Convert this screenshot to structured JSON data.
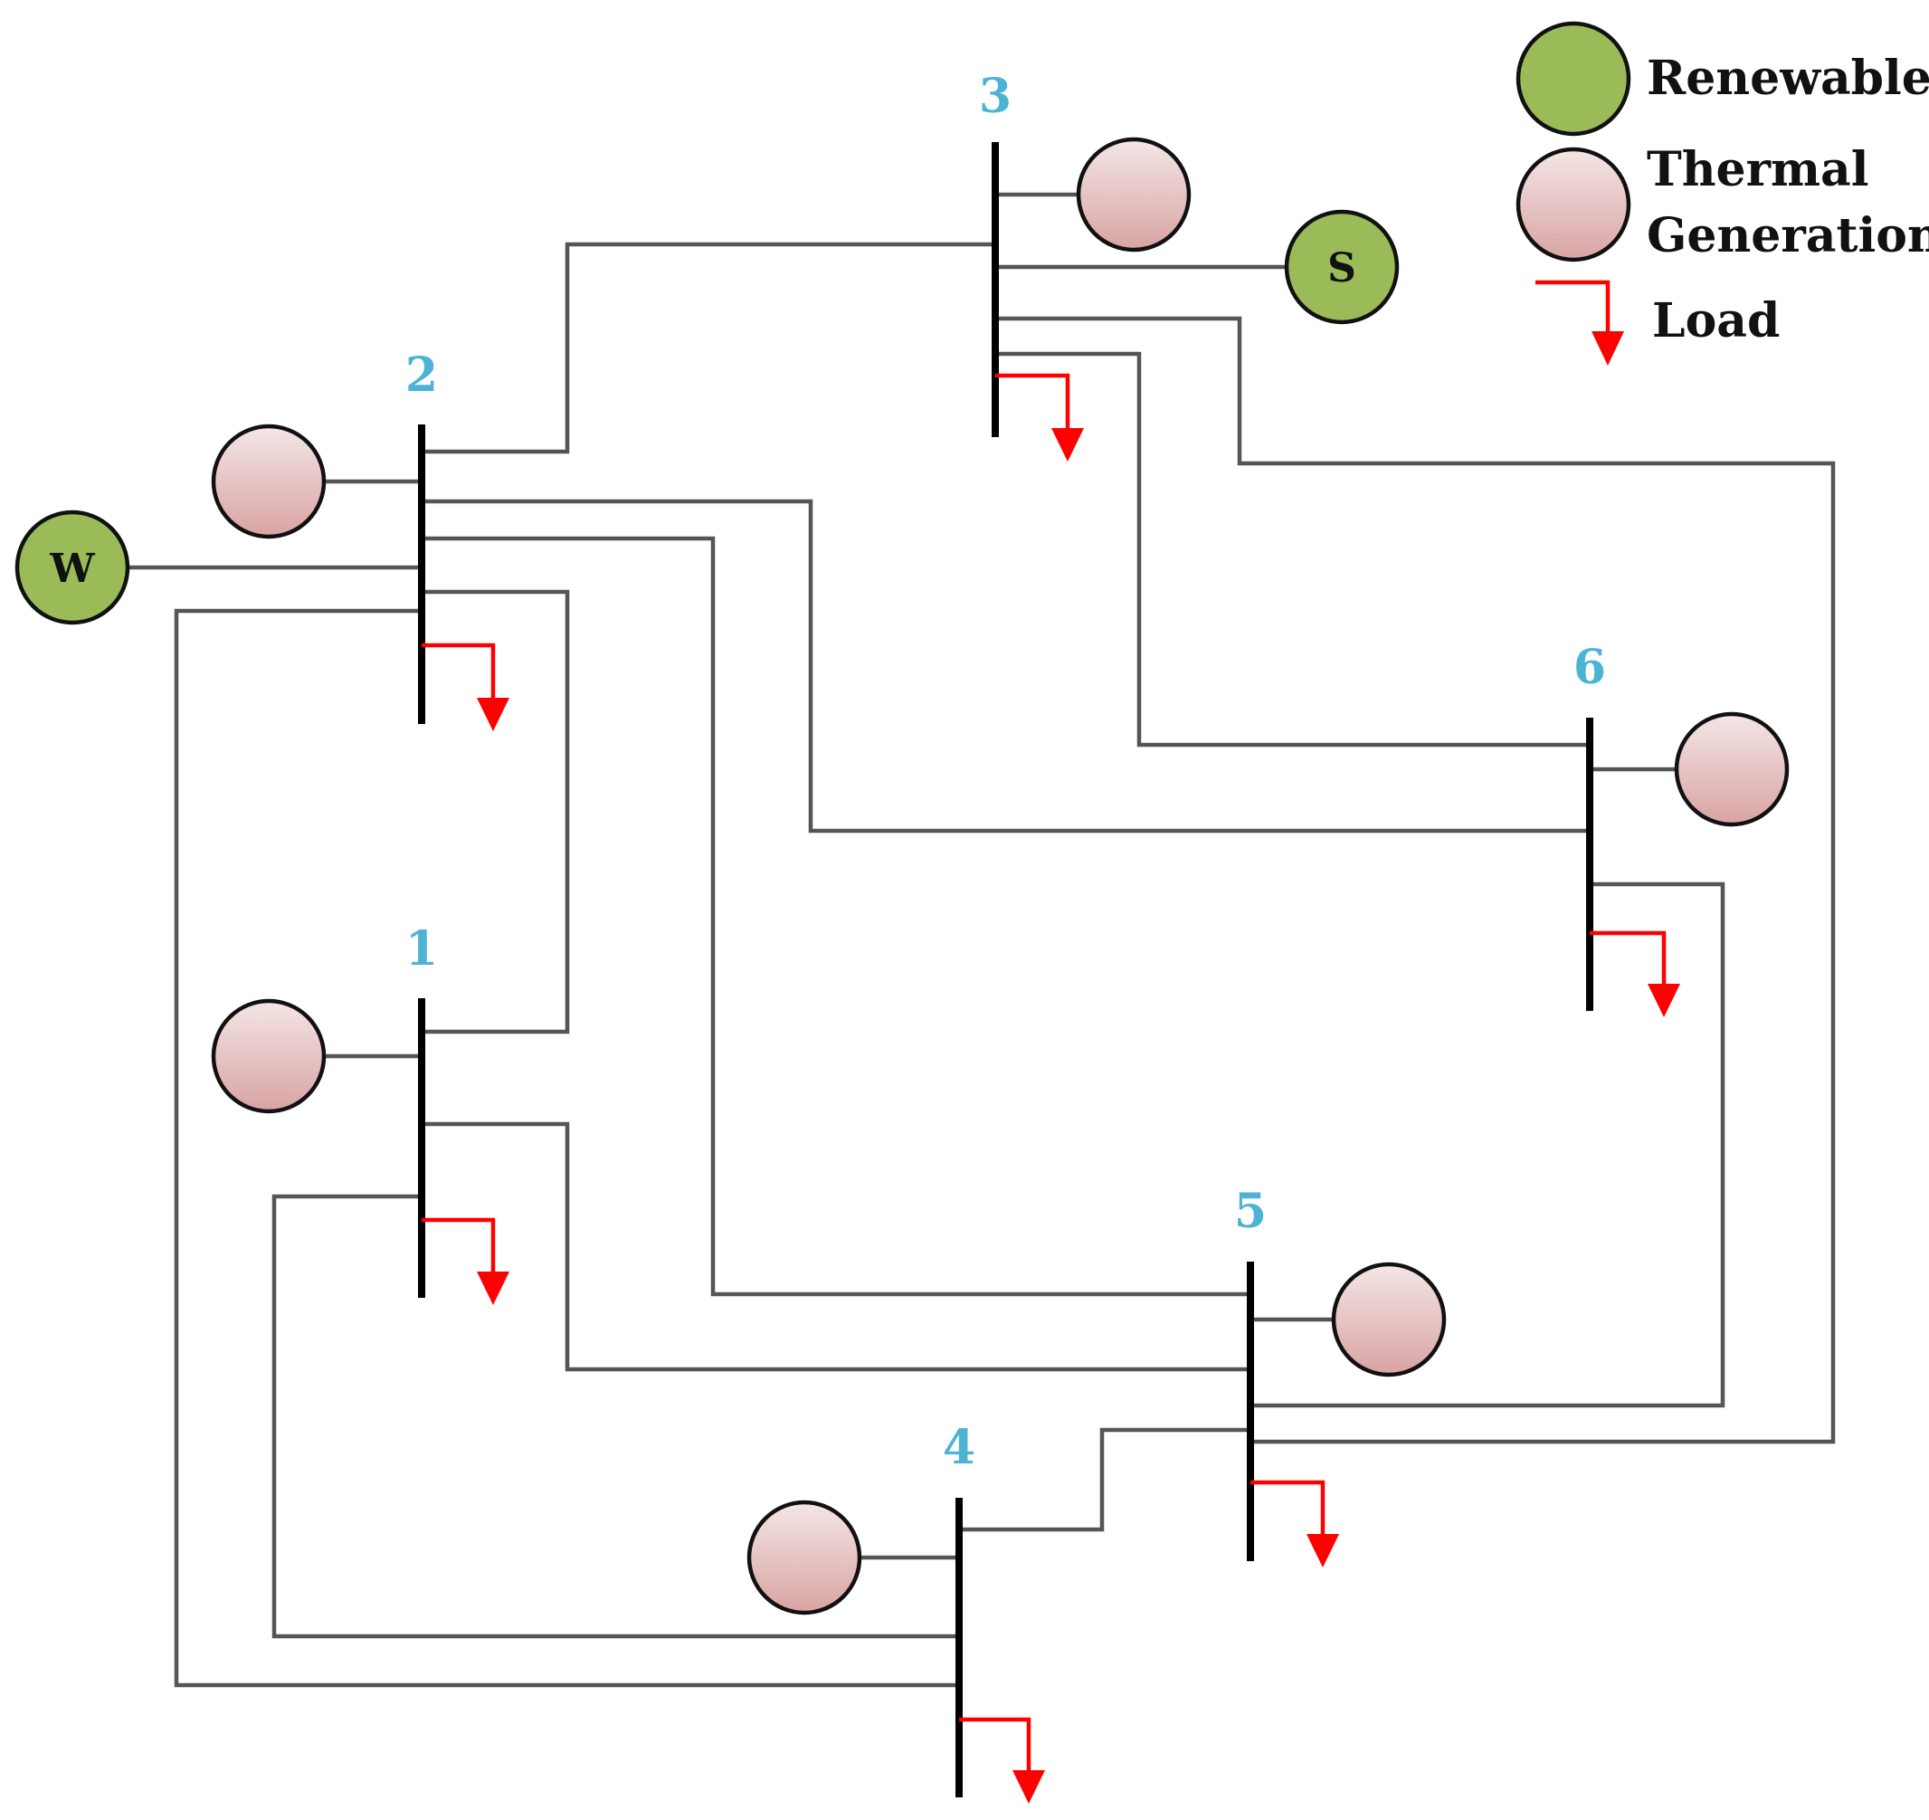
{
  "colors": {
    "bus_label": "#4cb3d4",
    "renewable_fill": "#9bbb59",
    "thermal_fill_top": "#f4e6e6",
    "thermal_fill_bottom": "#d9a3a3",
    "load": "#ff0000",
    "line": "#555555"
  },
  "buses": [
    {
      "id": "1",
      "label": "1"
    },
    {
      "id": "2",
      "label": "2"
    },
    {
      "id": "3",
      "label": "3"
    },
    {
      "id": "4",
      "label": "4"
    },
    {
      "id": "5",
      "label": "5"
    },
    {
      "id": "6",
      "label": "6"
    }
  ],
  "generators": {
    "wind": {
      "label": "W",
      "type": "renewable",
      "bus": "2"
    },
    "solar": {
      "label": "S",
      "type": "renewable",
      "bus": "3"
    },
    "thermal_buses": [
      "1",
      "2",
      "3",
      "4",
      "5",
      "6"
    ]
  },
  "loads_at_buses": [
    "1",
    "2",
    "3",
    "4",
    "5",
    "6"
  ],
  "lines": [
    {
      "from": "2",
      "to": "3"
    },
    {
      "from": "2",
      "to": "6"
    },
    {
      "from": "2",
      "to": "5"
    },
    {
      "from": "2",
      "to": "1"
    },
    {
      "from": "2",
      "to": "4"
    },
    {
      "from": "3",
      "to": "6"
    },
    {
      "from": "3",
      "to": "5"
    },
    {
      "from": "1",
      "to": "5"
    },
    {
      "from": "1",
      "to": "4"
    },
    {
      "from": "6",
      "to": "5"
    },
    {
      "from": "5",
      "to": "4"
    }
  ],
  "legend": {
    "renewables": "Renewables",
    "thermal_line1": "Thermal",
    "thermal_line2": "Generation",
    "load": "Load"
  }
}
